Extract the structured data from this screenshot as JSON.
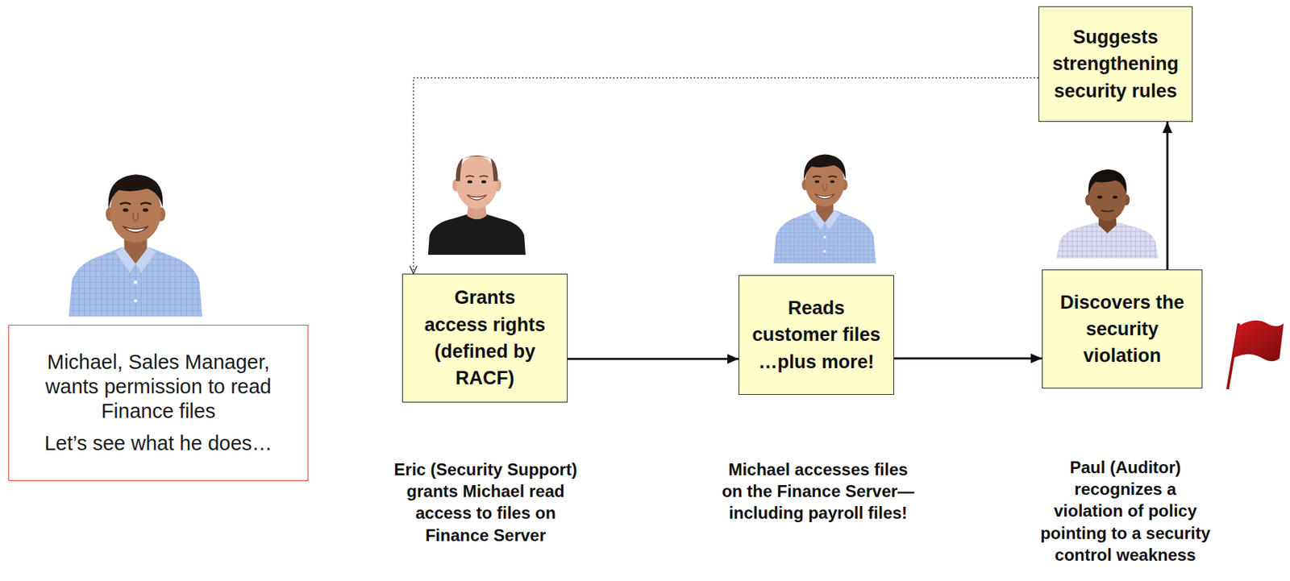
{
  "diagram": {
    "nodes": [
      {
        "text": [
          "Michael, Sales Manager, wants permission to read Finance files",
          "Let’s see what he does…"
        ]
      },
      {
        "text": [
          "Grants access rights (defined by RACF)"
        ]
      },
      {
        "text": [
          "Reads customer files …plus more!"
        ]
      },
      {
        "text": [
          "Discovers the security violation"
        ]
      },
      {
        "text": [
          "Suggests strengthening security rules"
        ]
      }
    ],
    "edges": [
      {
        "from": 1,
        "to": 2,
        "arrow": "to"
      },
      {
        "from": 2,
        "to": 3,
        "arrow": "to"
      },
      {
        "from": 3,
        "to": 4,
        "arrow": "to"
      },
      {
        "from": 4,
        "to": 1,
        "arrow": "to"
      }
    ],
    "labels": [
      "Eric (Security Support) grants Michael read access to files on Finance Server",
      "Michael accesses files on the Finance Server—including payroll files!",
      "Paul (Auditor) recognizes a violation of policy pointing to a security control weakness"
    ]
  }
}
